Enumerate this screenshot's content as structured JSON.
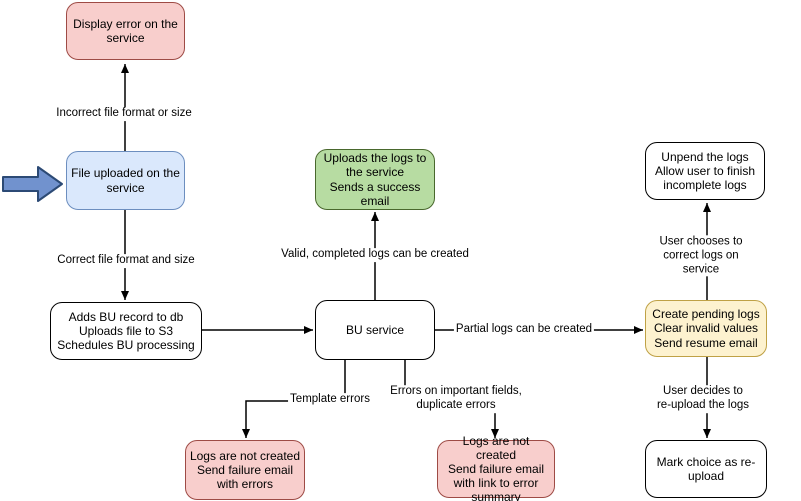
{
  "nodes": [
    {
      "id": "display-error",
      "lines": [
        "Display error on the",
        "service"
      ],
      "fill": "#f8cecc",
      "stroke": "#9e4b45"
    },
    {
      "id": "file-uploaded",
      "lines": [
        "File uploaded on the",
        "service"
      ],
      "fill": "#dae8fc",
      "stroke": "#6c8ebf"
    },
    {
      "id": "adds-bu-record",
      "lines": [
        "Adds BU record to db",
        "Uploads file to S3",
        "Schedules BU processing"
      ],
      "fill": "#ffffff",
      "stroke": "#000000"
    },
    {
      "id": "bu-service",
      "lines": [
        "BU service"
      ],
      "fill": "#ffffff",
      "stroke": "#000000"
    },
    {
      "id": "uploads-logs-success",
      "lines": [
        "Uploads the logs to",
        "the service",
        "Sends a success",
        "email"
      ],
      "fill": "#b7dca2",
      "stroke": "#49682d"
    },
    {
      "id": "create-pending-logs",
      "lines": [
        "Create pending logs",
        "Clear invalid values",
        "Send resume email"
      ],
      "fill": "#fdf2cf",
      "stroke": "#bfa145"
    },
    {
      "id": "unpend-logs",
      "lines": [
        "Unpend the logs",
        "Allow user to finish",
        "incomplete logs"
      ],
      "fill": "#ffffff",
      "stroke": "#000000"
    },
    {
      "id": "mark-choice-reupload",
      "lines": [
        "Mark choice as re-",
        "upload"
      ],
      "fill": "#ffffff",
      "stroke": "#000000"
    },
    {
      "id": "logs-not-created-errors",
      "lines": [
        "Logs are not created",
        "Send failure email",
        "with errors"
      ],
      "fill": "#f8cecc",
      "stroke": "#9e4b45"
    },
    {
      "id": "logs-not-created-summary",
      "lines": [
        "Logs are not created",
        "Send failure email",
        "with link to error",
        "summary"
      ],
      "fill": "#f8cecc",
      "stroke": "#9e4b45"
    }
  ],
  "edge_labels": [
    {
      "id": "incorrect-format",
      "text": "Incorrect file format or size"
    },
    {
      "id": "correct-format",
      "text": "Correct file format and size"
    },
    {
      "id": "valid-logs",
      "text": "Valid, completed logs can be created"
    },
    {
      "id": "partial-logs",
      "text": "Partial logs can be created"
    },
    {
      "id": "template-errors",
      "text": "Template errors"
    },
    {
      "id": "field-errors",
      "lines": [
        "Errors on important fields,",
        "duplicate errors"
      ]
    },
    {
      "id": "user-correct",
      "text": "User chooses to correct logs on service"
    },
    {
      "id": "user-reupload",
      "text": "User decides to re-upload the logs"
    }
  ],
  "start_arrow": {
    "fill": "#7192ce",
    "stroke": "#2c4a75"
  },
  "line_color": "#000000"
}
